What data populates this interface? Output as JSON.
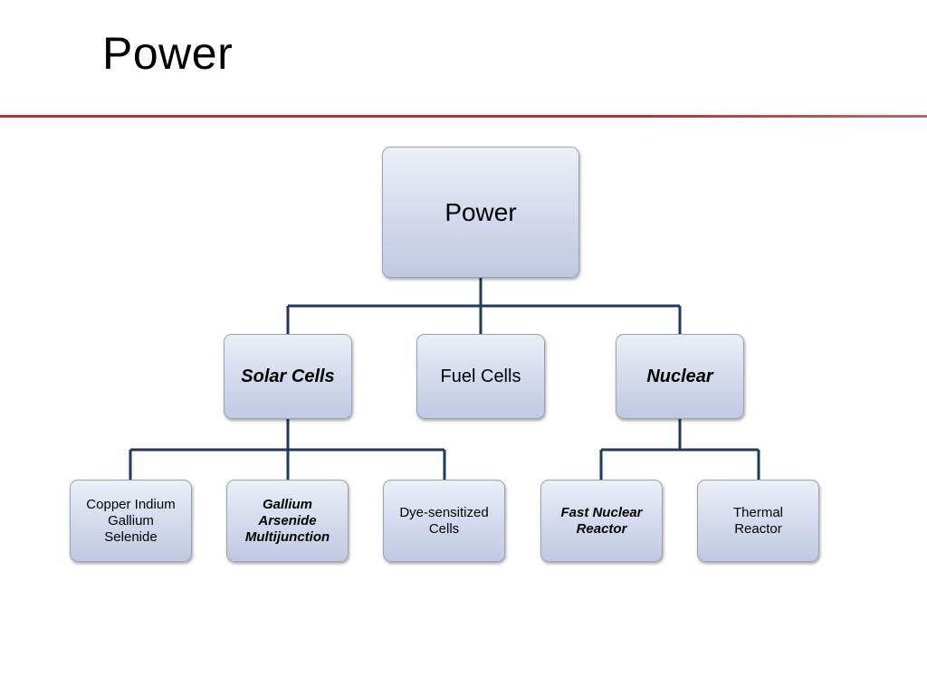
{
  "slide": {
    "title": "Power",
    "accent_color": "#a33b3b",
    "connector_color": "#1f3a5f"
  },
  "diagram": {
    "root": {
      "label": "Power"
    },
    "level1": [
      {
        "label": "Solar Cells",
        "emphasis": true
      },
      {
        "label": "Fuel Cells",
        "emphasis": false
      },
      {
        "label": "Nuclear",
        "emphasis": true
      }
    ],
    "level2": [
      {
        "label": "Copper Indium\nGallium\nSelenide",
        "parent": "Solar Cells",
        "emphasis": false
      },
      {
        "label": "Gallium\nArsenide\nMultijunction",
        "parent": "Solar Cells",
        "emphasis": true
      },
      {
        "label": "Dye-sensitized\nCells",
        "parent": "Solar Cells",
        "emphasis": false
      },
      {
        "label": "Fast Nuclear\nReactor",
        "parent": "Nuclear",
        "emphasis": true
      },
      {
        "label": "Thermal\nReactor",
        "parent": "Nuclear",
        "emphasis": false
      }
    ]
  }
}
